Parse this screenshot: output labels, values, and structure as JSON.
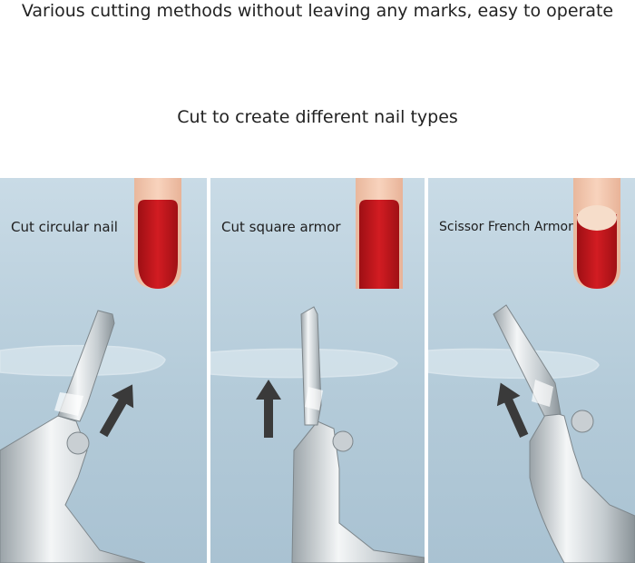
{
  "headline": "Various cutting methods without leaving any marks, easy to operate",
  "subheading": "Cut to create different nail types",
  "panels": [
    {
      "label": "Cut circular nail",
      "nail_shape": "round",
      "arrow_direction": "up-right"
    },
    {
      "label": "Cut square armor",
      "nail_shape": "square",
      "arrow_direction": "up"
    },
    {
      "label": "Scissor French Armor",
      "nail_shape": "french",
      "arrow_direction": "up-left"
    }
  ],
  "colors": {
    "panel_background": "#b9cfdc",
    "nail_red": "#c4161c",
    "skin": "#f3c7ae",
    "french_tip": "#f6ddca",
    "arrow": "#3a3a3a",
    "steel": "#d9dde0"
  }
}
